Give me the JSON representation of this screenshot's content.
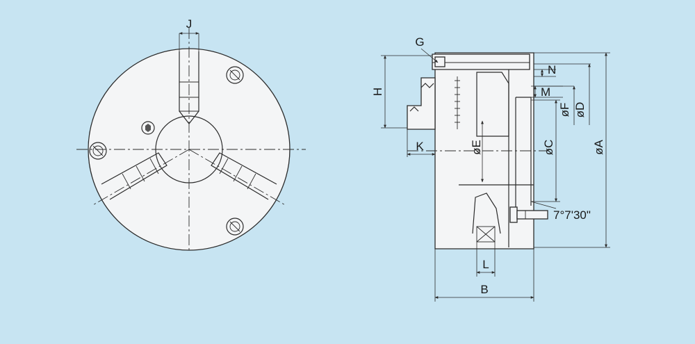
{
  "background_color": "#c7e4f2",
  "front_view": {
    "labels": {
      "J": "J"
    }
  },
  "side_view": {
    "labels": {
      "G": "G",
      "H": "H",
      "N": "N",
      "M": "M",
      "K": "K",
      "phi_E": "øE",
      "phi_C": "øC",
      "phi_F": "øF",
      "phi_D": "øD",
      "phi_A": "øA",
      "angle": "7°7'30\"",
      "L": "L",
      "B": "B"
    }
  }
}
